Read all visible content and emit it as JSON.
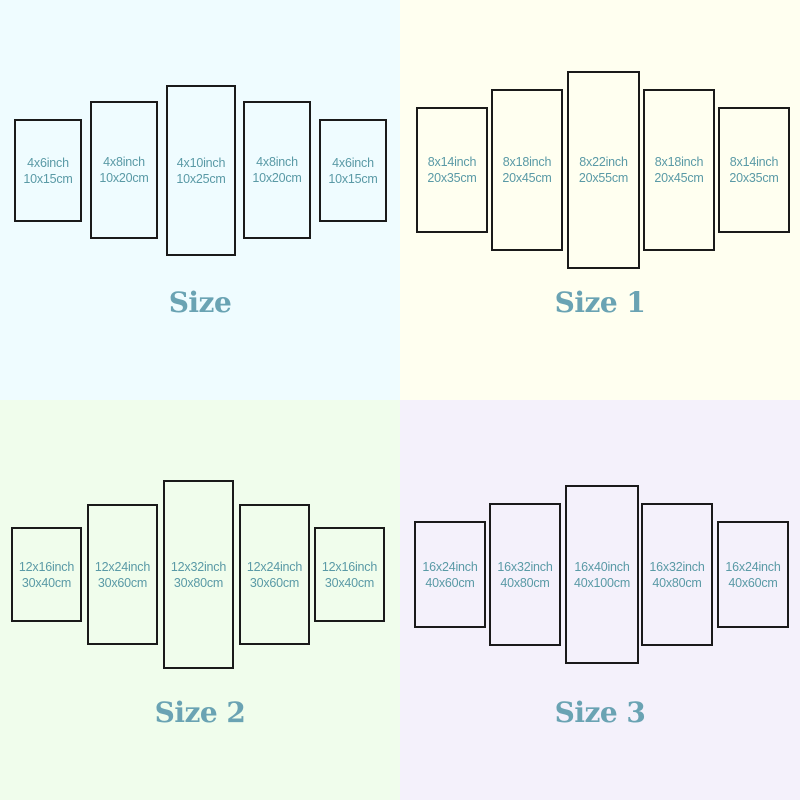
{
  "colors": {
    "quadrant_backgrounds": [
      "#effcff",
      "#fffff0",
      "#f0fdec",
      "#f4f1fb"
    ],
    "panel_border": "#1a1a1a",
    "panel_text": "#5a9aa6",
    "caption_text": "#6aa3b3"
  },
  "quadrants": [
    {
      "title": "Size",
      "panels": [
        {
          "inch": "4x6inch",
          "cm": "10x15cm"
        },
        {
          "inch": "4x8inch",
          "cm": "10x20cm"
        },
        {
          "inch": "4x10inch",
          "cm": "10x25cm"
        },
        {
          "inch": "4x8inch",
          "cm": "10x20cm"
        },
        {
          "inch": "4x6inch",
          "cm": "10x15cm"
        }
      ]
    },
    {
      "title": "Size 1",
      "panels": [
        {
          "inch": "8x14inch",
          "cm": "20x35cm"
        },
        {
          "inch": "8x18inch",
          "cm": "20x45cm"
        },
        {
          "inch": "8x22inch",
          "cm": "20x55cm"
        },
        {
          "inch": "8x18inch",
          "cm": "20x45cm"
        },
        {
          "inch": "8x14inch",
          "cm": "20x35cm"
        }
      ]
    },
    {
      "title": "Size 2",
      "panels": [
        {
          "inch": "12x16inch",
          "cm": "30x40cm"
        },
        {
          "inch": "12x24inch",
          "cm": "30x60cm"
        },
        {
          "inch": "12x32inch",
          "cm": "30x80cm"
        },
        {
          "inch": "12x24inch",
          "cm": "30x60cm"
        },
        {
          "inch": "12x16inch",
          "cm": "30x40cm"
        }
      ]
    },
    {
      "title": "Size 3",
      "panels": [
        {
          "inch": "16x24inch",
          "cm": "40x60cm"
        },
        {
          "inch": "16x32inch",
          "cm": "40x80cm"
        },
        {
          "inch": "16x40inch",
          "cm": "40x100cm"
        },
        {
          "inch": "16x32inch",
          "cm": "40x80cm"
        },
        {
          "inch": "16x24inch",
          "cm": "40x60cm"
        }
      ]
    }
  ]
}
